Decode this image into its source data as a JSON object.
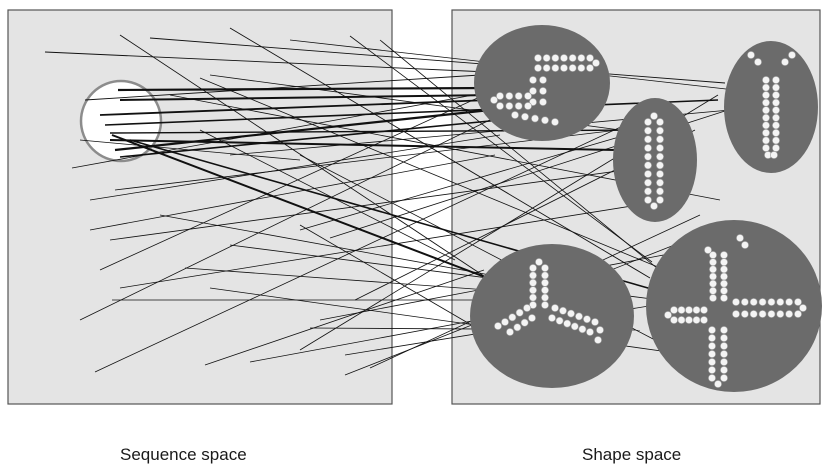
{
  "labels": {
    "sequence_space": "Sequence space",
    "shape_space": "Shape space"
  },
  "colors": {
    "panel_fill": "#e4e4e4",
    "panel_border": "#555555",
    "blob_fill": "#6b6b6b",
    "bead_fill": "#f4f4f4",
    "bead_stroke": "#9a9a9a",
    "highlight_fill": "#ffffff",
    "highlight_stroke": "#8c8c8c",
    "line_color": "#111111"
  },
  "shapes": [
    {
      "name": "shape-a",
      "motif": "stem-loop with side arm"
    },
    {
      "name": "shape-b",
      "motif": "hairpin (small)"
    },
    {
      "name": "shape-c",
      "motif": "hairpin (long)"
    },
    {
      "name": "shape-d",
      "motif": "three-way junction"
    },
    {
      "name": "shape-e",
      "motif": "four-way junction"
    }
  ]
}
